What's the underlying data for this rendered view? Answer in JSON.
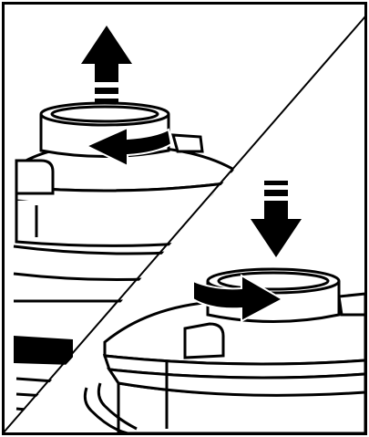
{
  "figure": {
    "panels": [
      {
        "name": "remove-lid-panel",
        "direction": "up",
        "rotation": "counterclockwise"
      },
      {
        "name": "attach-lid-panel",
        "direction": "down",
        "rotation": "clockwise"
      }
    ],
    "colors": {
      "ink": "#000000",
      "paper": "#ffffff"
    },
    "icons": [
      "arrow-up-icon",
      "arrow-down-icon",
      "rotate-left-arrow-icon",
      "rotate-right-arrow-icon"
    ]
  }
}
